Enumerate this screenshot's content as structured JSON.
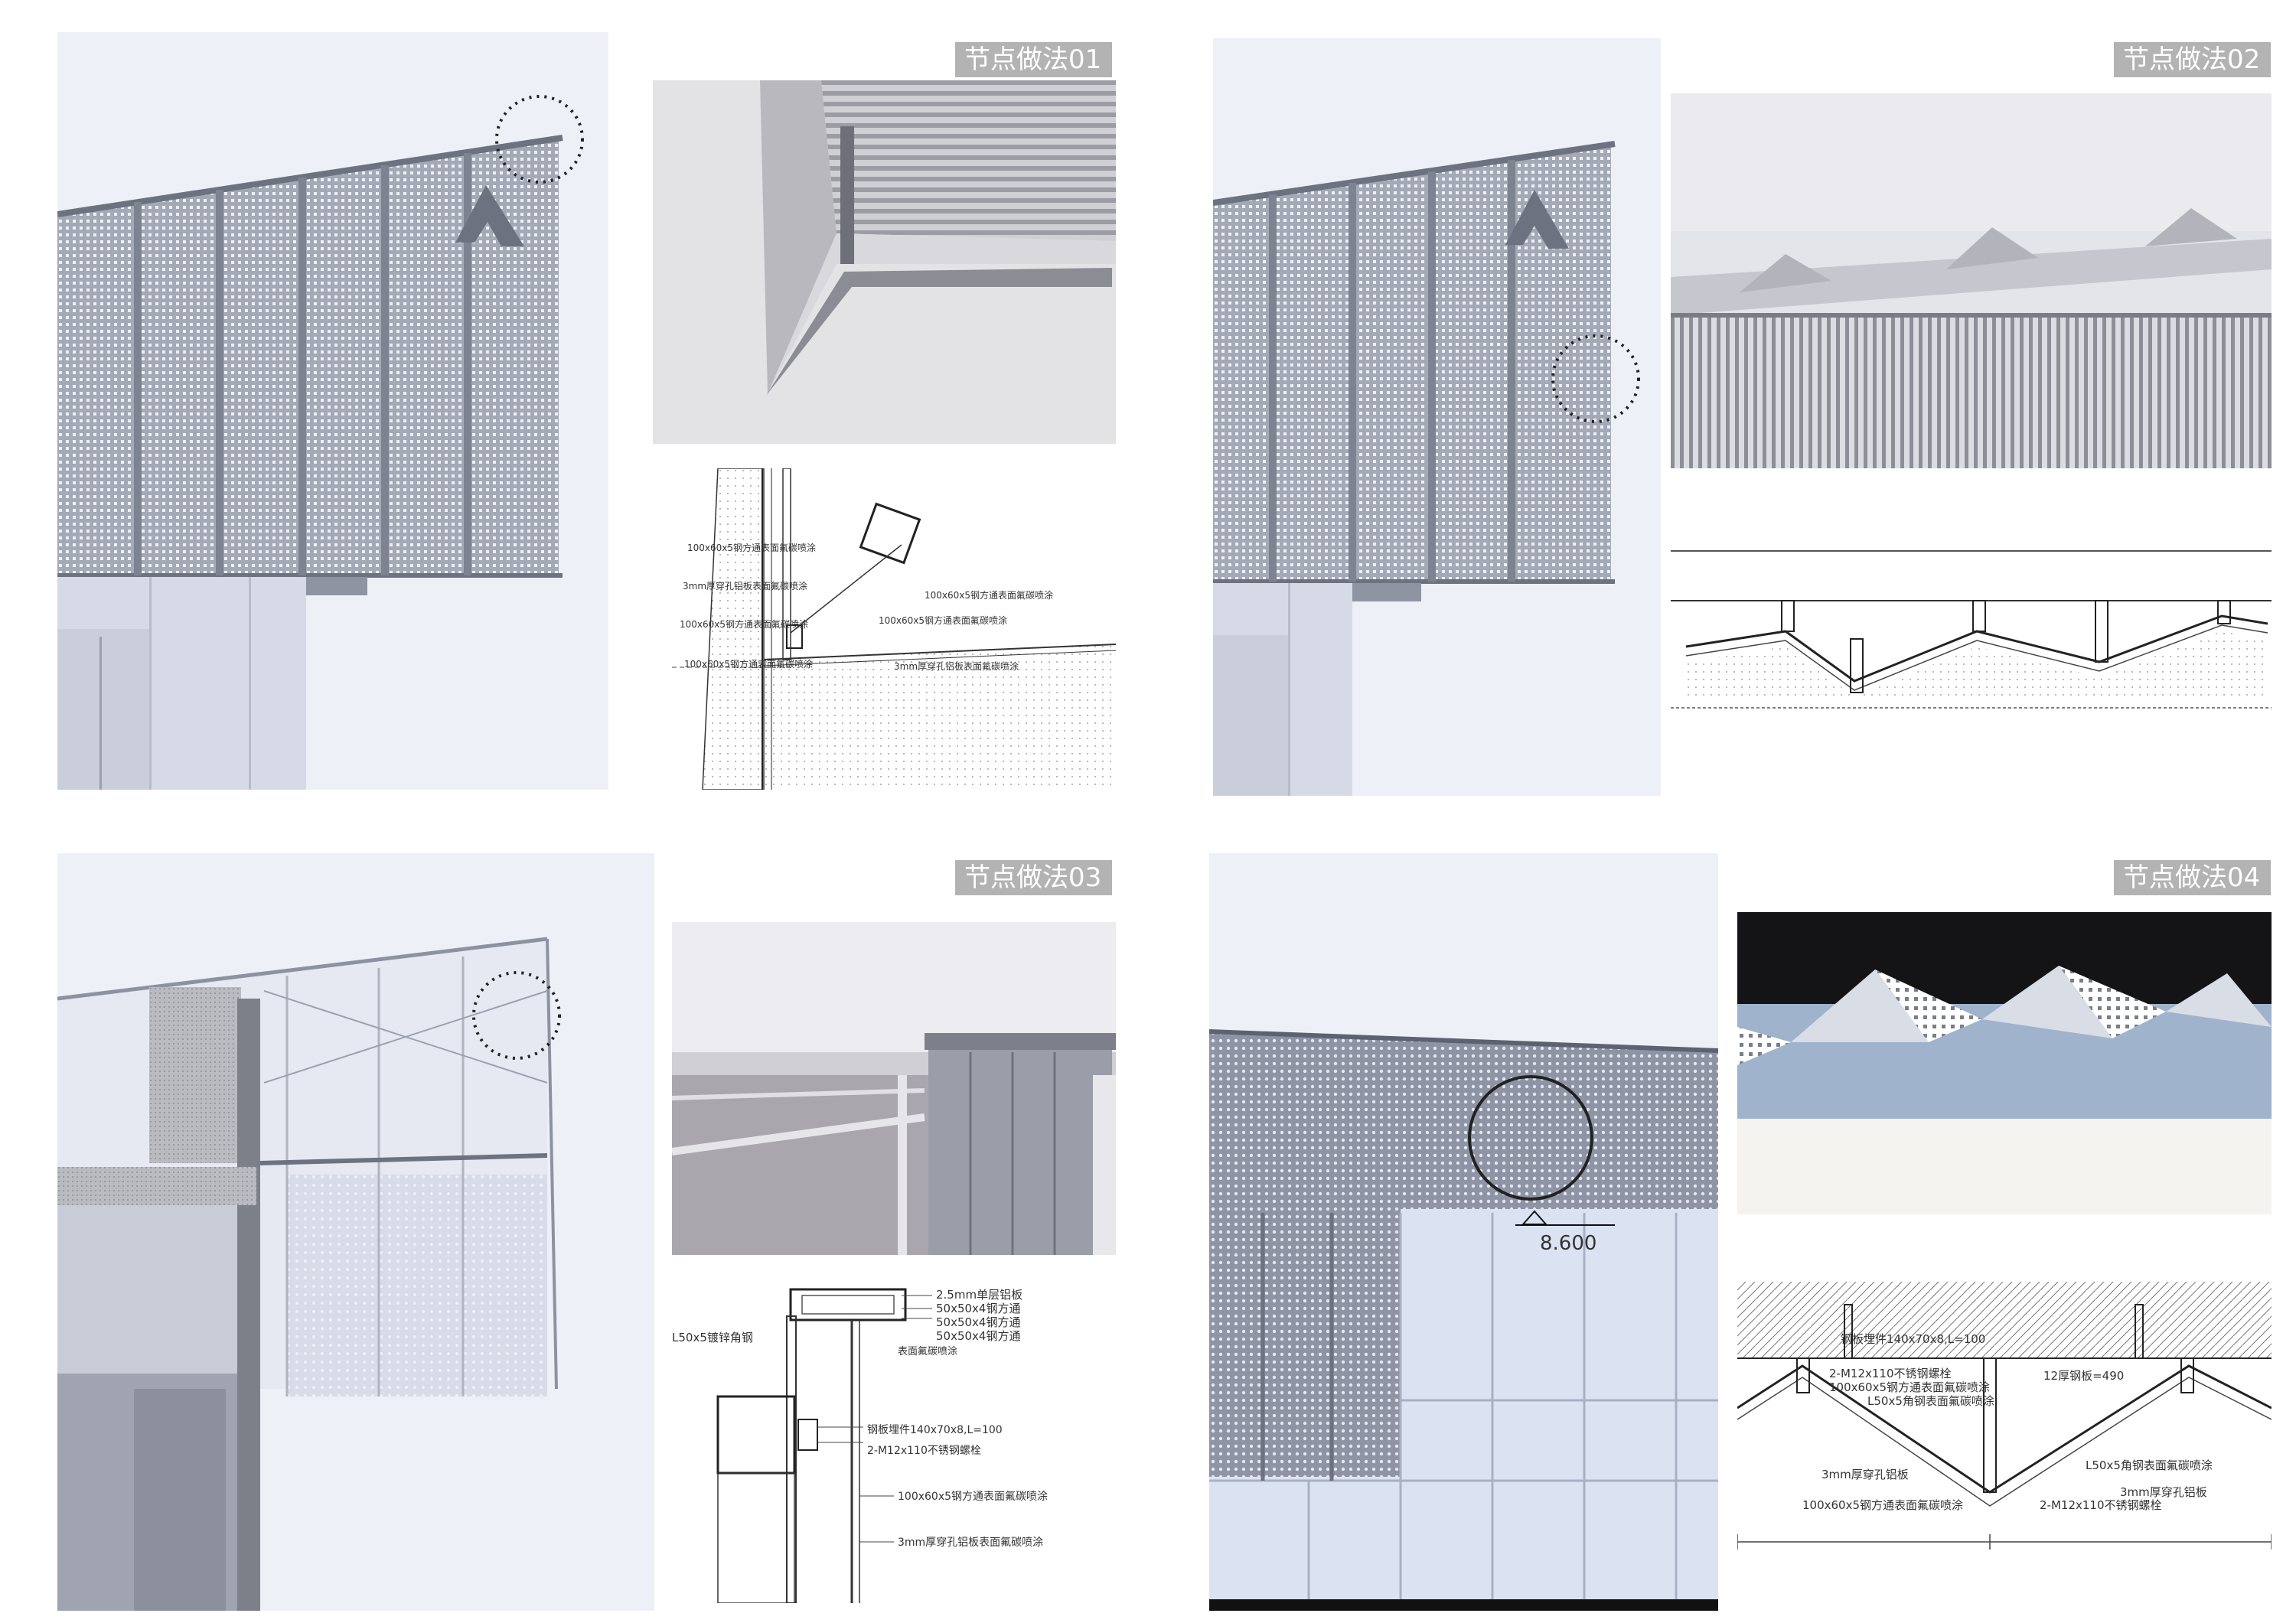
{
  "details": [
    {
      "title": "节点做法01"
    },
    {
      "title": "节点做法02"
    },
    {
      "title": "节点做法03"
    },
    {
      "title": "节点做法04"
    }
  ],
  "drawing01": {
    "labels": [
      "100x60x5钢方通表面氟碳喷涂",
      "3mm厚穿孔铝板表面氟碳喷涂",
      "100x60x5钢方通表面氟碳喷涂",
      "100x60x5钢方通表面氟碳喷涂",
      "100x60x5钢方通表面氟碳喷涂",
      "100x60x5钢方通表面氟碳喷涂",
      "3mm厚穿孔铝板表面氟碳喷涂"
    ]
  },
  "drawing03": {
    "labels": [
      "2.5mm单层铝板",
      "L50x5镀锌角钢",
      "50x50x4钢方通",
      "50x50x4钢方通",
      "50x50x4钢方通",
      "表面氟碳喷涂",
      "钢板埋件140x70x8,L=100",
      "2-M12x110不锈钢螺栓",
      "100x60x5钢方通表面氟碳喷涂",
      "3mm厚穿孔铝板表面氟碳喷涂"
    ]
  },
  "drawing04": {
    "labels": [
      "钢板埋件140x70x8,L=100",
      "2-M12x110不锈钢螺栓",
      "100x60x5钢方通表面氟碳喷涂",
      "L50x5角钢表面氟碳喷涂",
      "12厚钢板=490",
      "3mm厚穿孔铝板",
      "L50x5角钢表面氟碳喷涂",
      "100x60x5钢方通表面氟碳喷涂",
      "2-M12x110不锈钢螺栓",
      "3mm厚穿孔铝板"
    ]
  },
  "elevation04": {
    "level": "8.600"
  },
  "colors": {
    "tag": "#b3b3b3",
    "panel_bg": "#ecedf6",
    "metal": "#9aa0ae",
    "glass": "#dfe6f5"
  }
}
